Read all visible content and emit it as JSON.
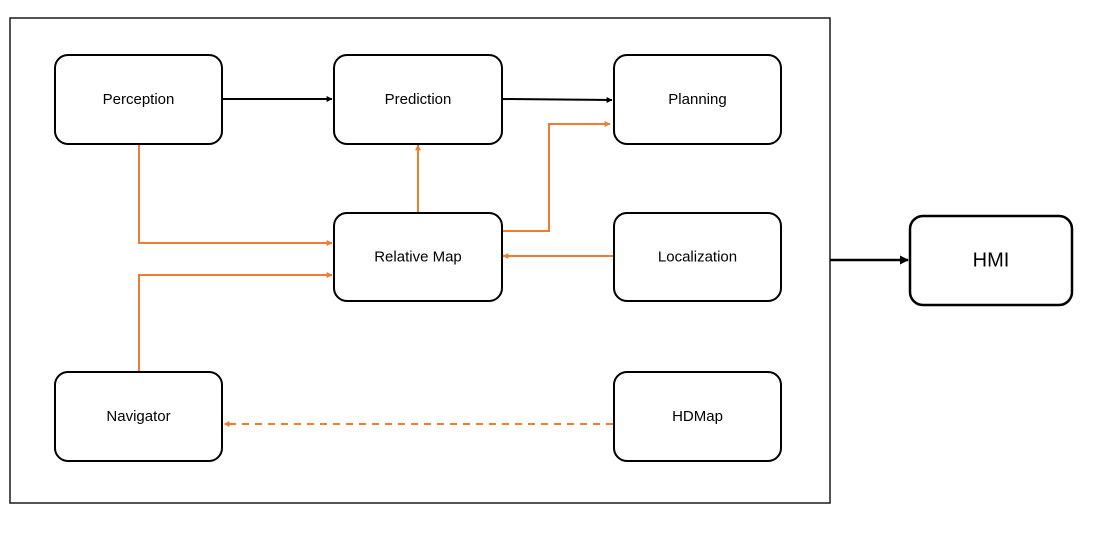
{
  "diagram": {
    "colors": {
      "data_flow": "#ED7D31",
      "control_flow": "#000000",
      "box_border": "#000000"
    },
    "nodes": {
      "perception": "Perception",
      "prediction": "Prediction",
      "planning": "Planning",
      "relative_map": "Relative Map",
      "localization": "Localization",
      "navigator": "Navigator",
      "hdmap": "HDMap",
      "hmi": "HMI"
    },
    "edges": [
      {
        "from": "Perception",
        "to": "Prediction",
        "color": "black",
        "style": "solid"
      },
      {
        "from": "Prediction",
        "to": "Planning",
        "color": "black",
        "style": "solid"
      },
      {
        "from": "Perception",
        "to": "Relative Map",
        "color": "orange",
        "style": "solid"
      },
      {
        "from": "Relative Map",
        "to": "Prediction",
        "color": "orange",
        "style": "solid"
      },
      {
        "from": "Relative Map",
        "to": "Planning",
        "color": "orange",
        "style": "solid"
      },
      {
        "from": "Localization",
        "to": "Relative Map",
        "color": "orange",
        "style": "solid"
      },
      {
        "from": "Navigator",
        "to": "Relative Map",
        "color": "orange",
        "style": "solid"
      },
      {
        "from": "HDMap",
        "to": "Navigator",
        "color": "orange",
        "style": "dashed"
      },
      {
        "from": "System",
        "to": "HMI",
        "color": "black",
        "style": "solid"
      }
    ]
  }
}
